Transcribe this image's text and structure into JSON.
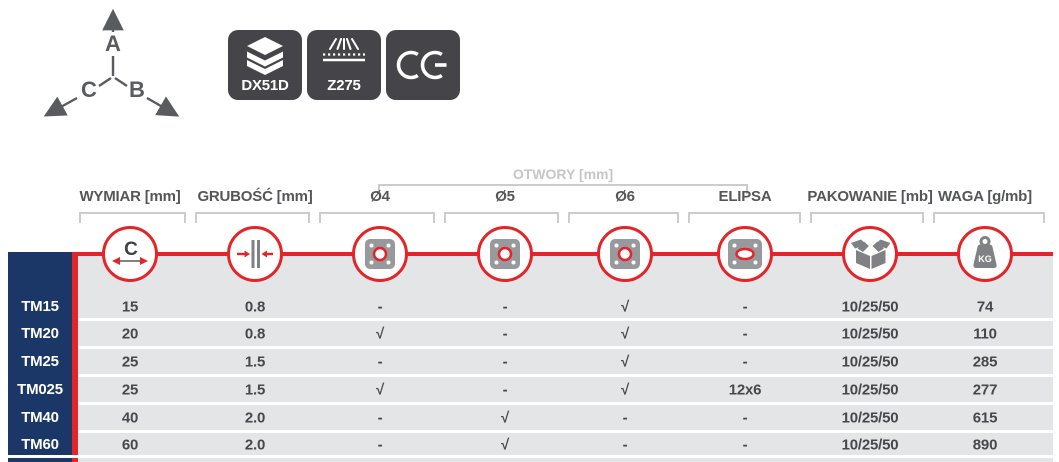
{
  "diagram": {
    "axis_labels": {
      "up": "A",
      "right": "B",
      "left": "C"
    }
  },
  "badges": [
    {
      "label": "DX51D",
      "icon": "layers-icon"
    },
    {
      "label": "Z275",
      "icon": "zinc-coating-icon"
    },
    {
      "label": "CE",
      "icon": "ce-mark-icon"
    }
  ],
  "table": {
    "group_header": {
      "label": "OTWORY [mm]"
    },
    "columns": [
      {
        "label": "WYMIAR [mm]",
        "icon": "width-dimension-icon"
      },
      {
        "label": "GRUBOŚĆ [mm]",
        "icon": "thickness-icon"
      },
      {
        "label": "Ø4",
        "icon": "plate-round-hole-icon"
      },
      {
        "label": "Ø5",
        "icon": "plate-round-hole-icon"
      },
      {
        "label": "Ø6",
        "icon": "plate-round-hole-icon"
      },
      {
        "label": "ELIPSA",
        "icon": "plate-ellipse-hole-icon"
      },
      {
        "label": "PAKOWANIE [mb]",
        "icon": "package-box-icon"
      },
      {
        "label": "WAGA [g/mb]",
        "icon": "weight-kg-icon"
      }
    ],
    "icons": {
      "width_letter": "C",
      "weight_label": "KG"
    },
    "rows": [
      {
        "name": "TM15",
        "values": [
          "15",
          "0.8",
          "-",
          "-",
          "√",
          "-",
          "10/25/50",
          "74"
        ]
      },
      {
        "name": "TM20",
        "values": [
          "20",
          "0.8",
          "√",
          "-",
          "√",
          "-",
          "10/25/50",
          "110"
        ]
      },
      {
        "name": "TM25",
        "values": [
          "25",
          "1.5",
          "-",
          "-",
          "√",
          "-",
          "10/25/50",
          "285"
        ]
      },
      {
        "name": "TM025",
        "values": [
          "25",
          "1.5",
          "√",
          "-",
          "√",
          "12x6",
          "10/25/50",
          "277"
        ]
      },
      {
        "name": "TM40",
        "values": [
          "40",
          "2.0",
          "-",
          "√",
          "-",
          "-",
          "10/25/50",
          "615"
        ]
      },
      {
        "name": "TM60",
        "values": [
          "60",
          "2.0",
          "-",
          "√",
          "-",
          "-",
          "10/25/50",
          "890"
        ]
      }
    ]
  },
  "colors": {
    "navy": "#1b3767",
    "red": "#e32428",
    "table_bg": "#e4e5e7",
    "badge_bg": "#454549",
    "header_text": "#55565a",
    "cell_text": "#47484c",
    "bracket_gray": "#cbccce",
    "icon_gray": "#97999c",
    "icon_dark_gray": "#808184"
  }
}
